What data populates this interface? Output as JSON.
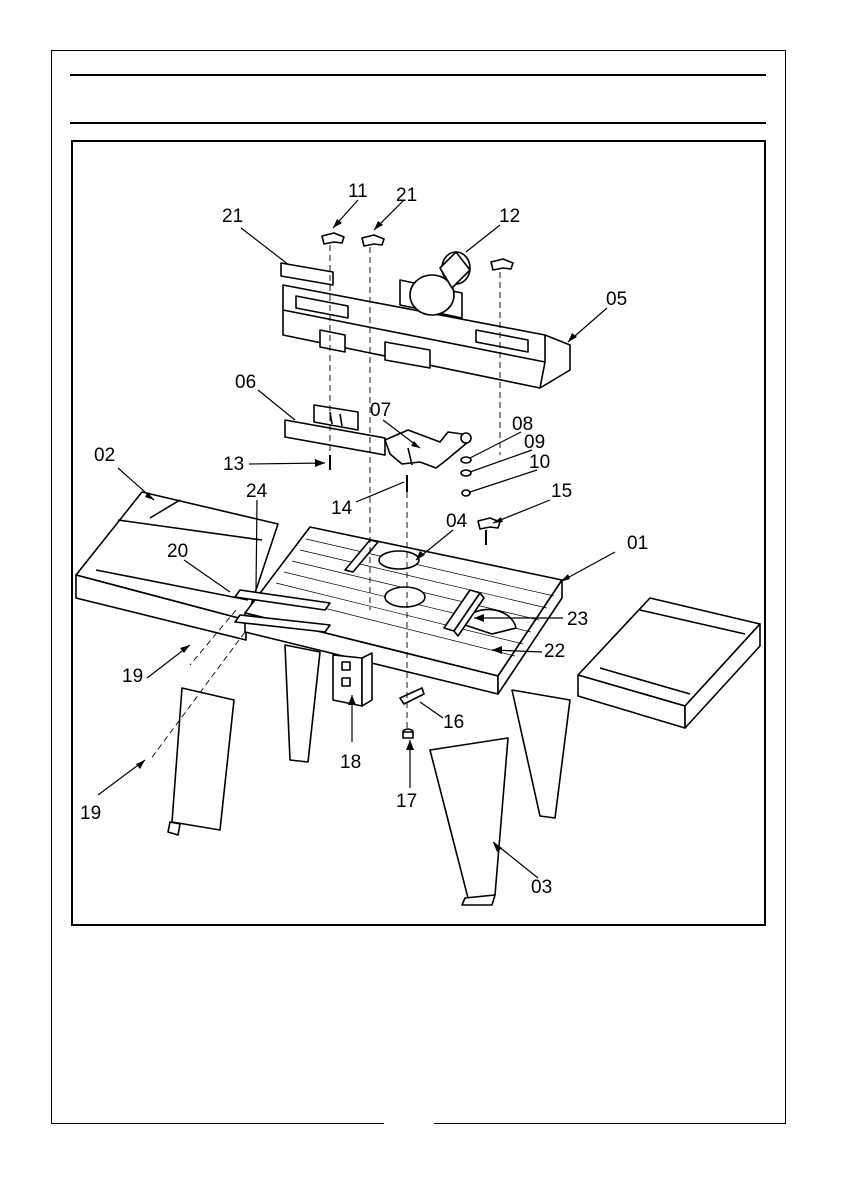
{
  "diagram": {
    "part_labels": [
      "01",
      "02",
      "03",
      "04",
      "05",
      "06",
      "07",
      "08",
      "09",
      "10",
      "11",
      "12",
      "13",
      "14",
      "15",
      "16",
      "17",
      "18",
      "19",
      "19",
      "20",
      "21",
      "21",
      "22",
      "23",
      "24"
    ]
  }
}
